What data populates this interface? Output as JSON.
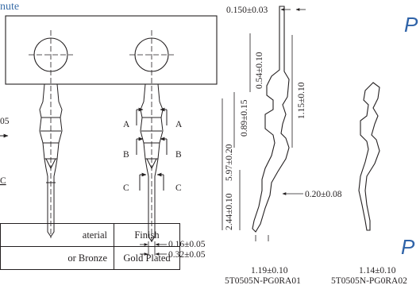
{
  "header": {
    "fragment": "nute"
  },
  "left_dims": {
    "fragment_05": "05",
    "label_c": "C"
  },
  "section_labels": {
    "a": "A",
    "b": "B",
    "c": "C"
  },
  "dims": {
    "top": "0.150±0.03",
    "d054": "0.54±0.10",
    "d089": "0.89±0.15",
    "d115": "1.15±0.10",
    "d597": "5.97±0.20",
    "d244": "2.44±0.10",
    "d020": "0.20±0.08",
    "d016": "0.16±0.05",
    "d032": "0.32±0.05",
    "d119": "1.19±0.10",
    "d114": "1.14±0.10"
  },
  "part_numbers": {
    "left": "5T0505N-PG0RA01",
    "right": "5T0505N-PG0RA02"
  },
  "corner_letters": {
    "top": "P",
    "bottom": "P"
  },
  "table": {
    "headers": [
      "aterial",
      "Finish"
    ],
    "row": [
      "or Bronze",
      "Gold Plated"
    ]
  }
}
